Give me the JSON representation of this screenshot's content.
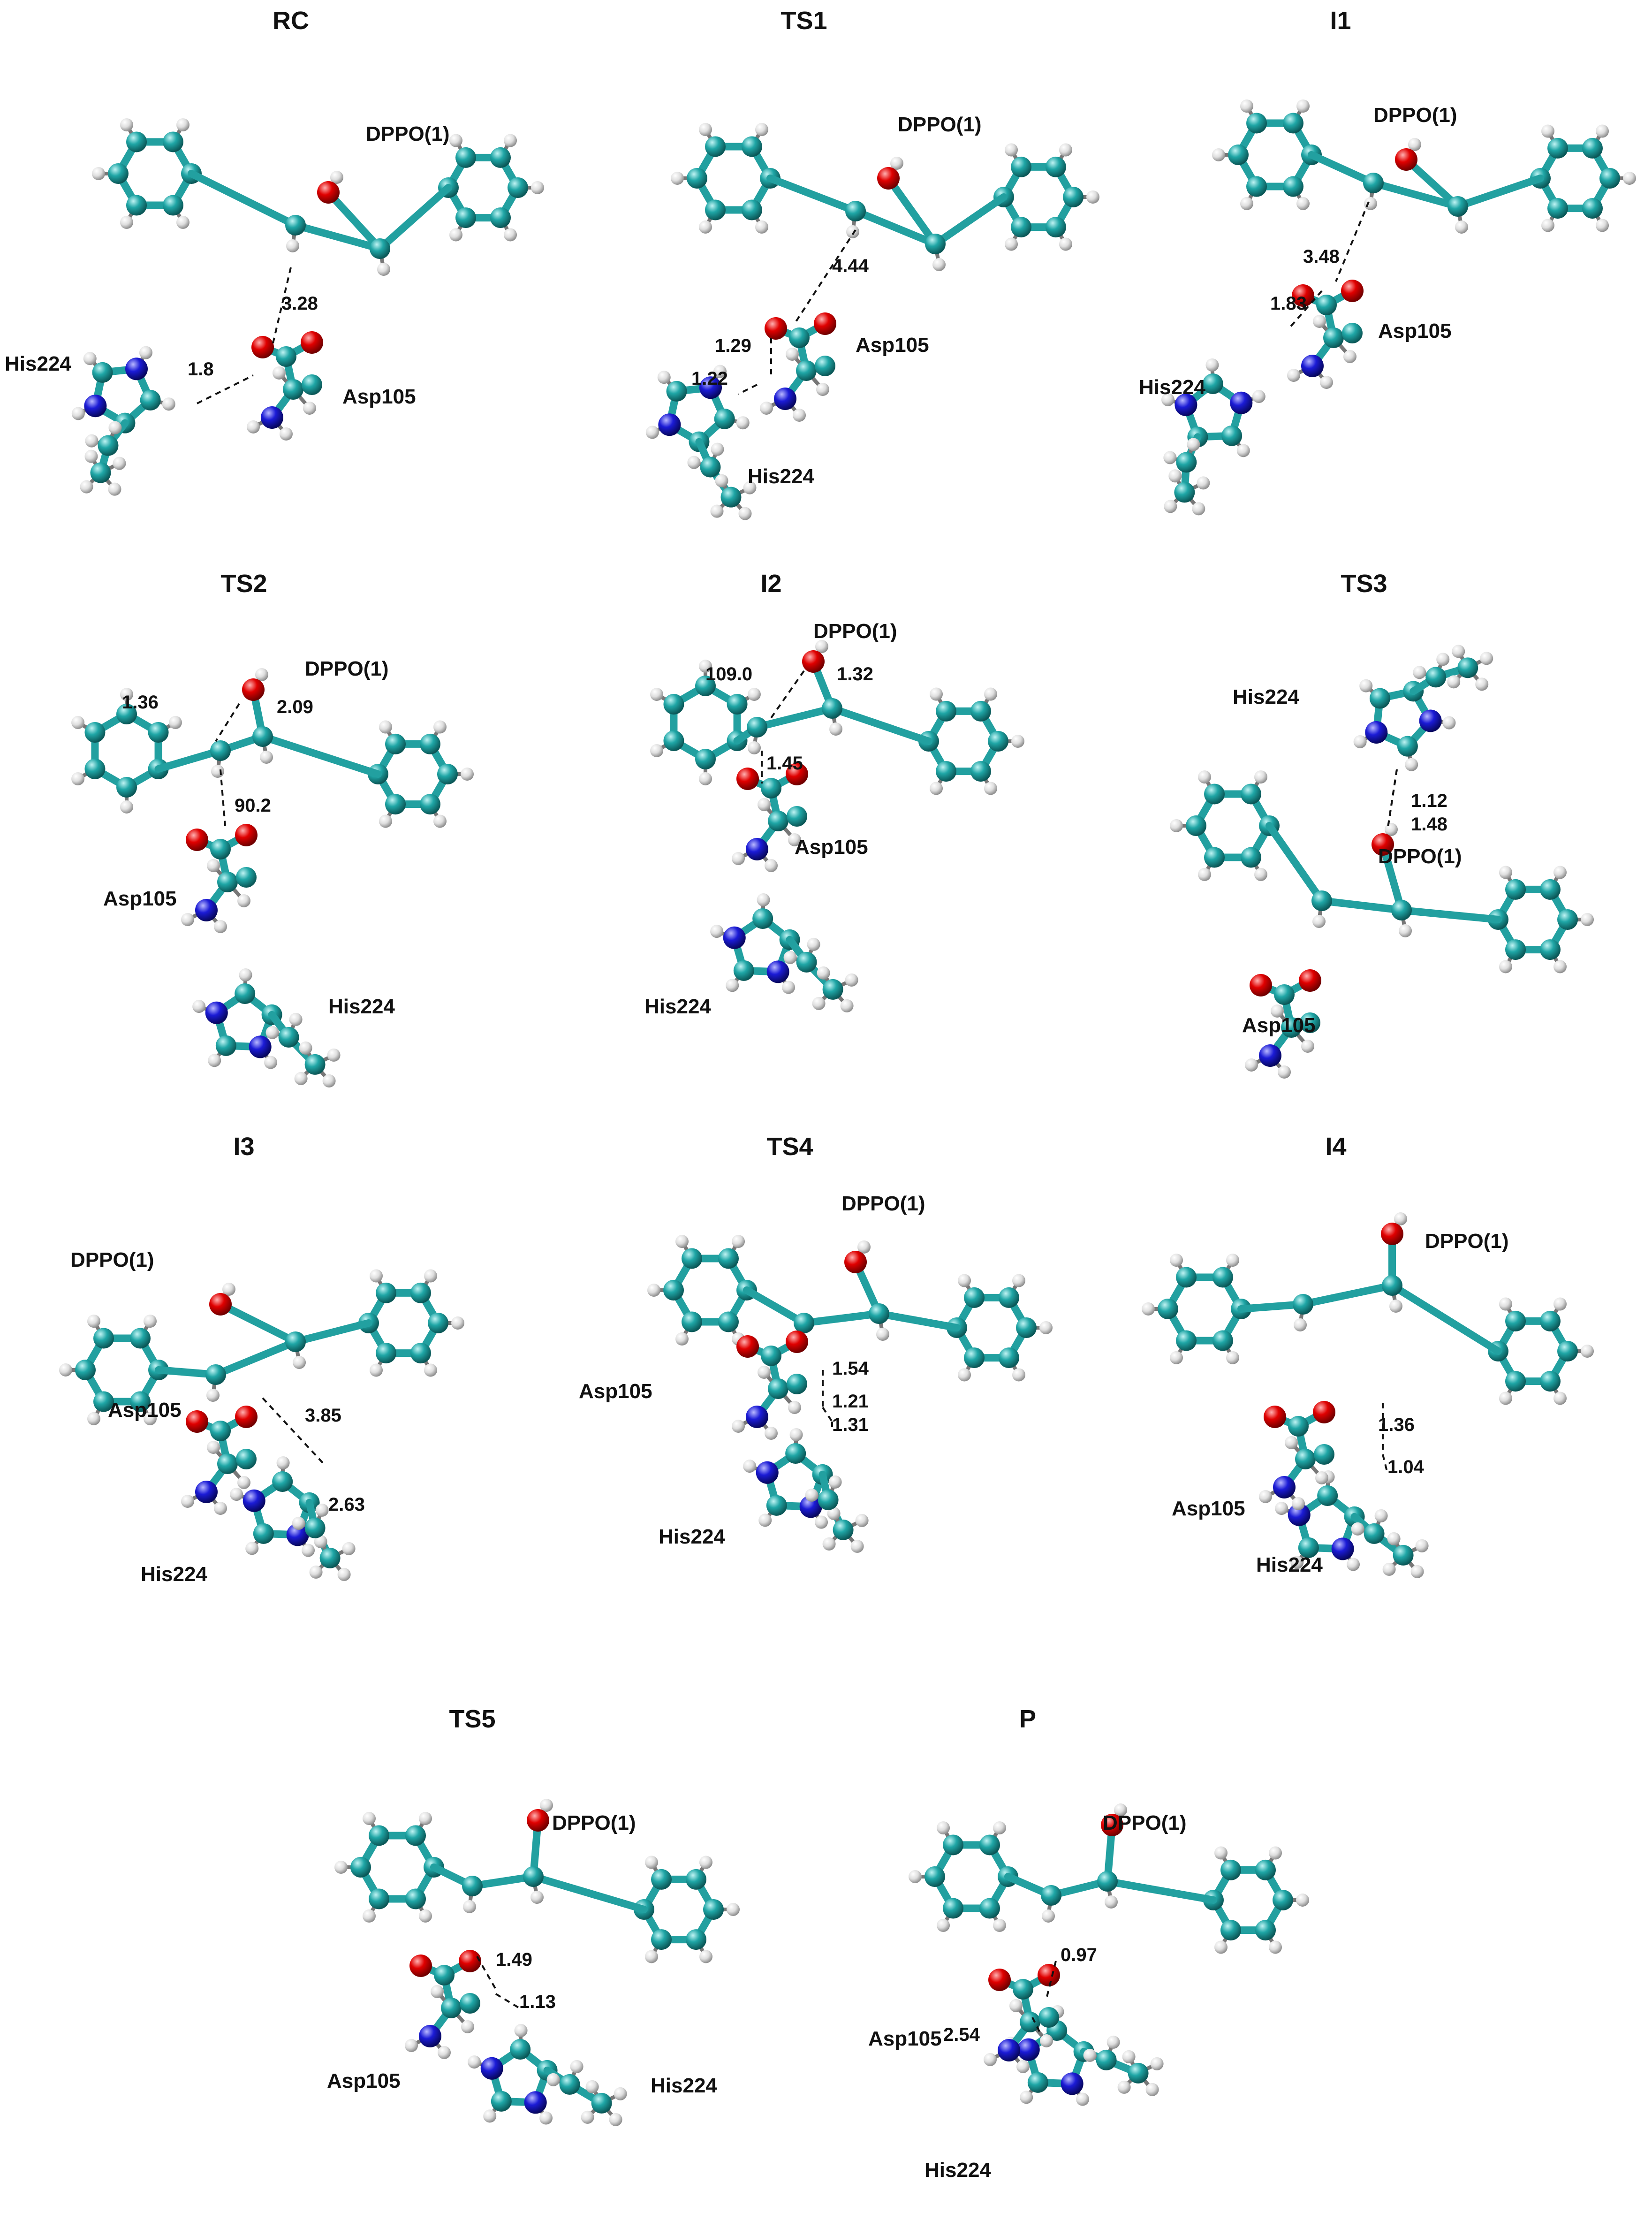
{
  "panels": [
    {
      "title": "RC",
      "labels": {
        "dppo": "DPPO(1)",
        "his": "His224",
        "asp": "Asp105"
      },
      "distances": [
        "3.28",
        "1.8"
      ]
    },
    {
      "title": "TS1",
      "labels": {
        "dppo": "DPPO(1)",
        "his": "His224",
        "asp": "Asp105"
      },
      "distances": [
        "4.44",
        "1.29",
        "1.22"
      ]
    },
    {
      "title": "I1",
      "labels": {
        "dppo": "DPPO(1)",
        "his": "His224",
        "asp": "Asp105"
      },
      "distances": [
        "3.48",
        "1.83"
      ]
    },
    {
      "title": "TS2",
      "labels": {
        "dppo": "DPPO(1)",
        "his": "His224",
        "asp": "Asp105"
      },
      "distances": [
        "90.2",
        "1.36",
        "2.09"
      ]
    },
    {
      "title": "I2",
      "labels": {
        "dppo": "DPPO(1)",
        "his": "His224",
        "asp": "Asp105"
      },
      "distances": [
        "109.0",
        "1.32",
        "1.45"
      ]
    },
    {
      "title": "TS3",
      "labels": {
        "dppo": "DPPO(1)",
        "his": "His224",
        "asp": "Asp105"
      },
      "distances": [
        "1.12",
        "1.48"
      ]
    },
    {
      "title": "I3",
      "labels": {
        "dppo": "DPPO(1)",
        "his": "His224",
        "asp": "Asp105"
      },
      "distances": [
        "3.85",
        "2.63"
      ]
    },
    {
      "title": "TS4",
      "labels": {
        "dppo": "DPPO(1)",
        "his": "His224",
        "asp": "Asp105"
      },
      "distances": [
        "1.54",
        "1.21",
        "1.31"
      ]
    },
    {
      "title": "I4",
      "labels": {
        "dppo": "DPPO(1)",
        "his": "His224",
        "asp": "Asp105"
      },
      "distances": [
        "1.36",
        "1.04"
      ]
    },
    {
      "title": "TS5",
      "labels": {
        "dppo": "DPPO(1)",
        "his": "His224",
        "asp": "Asp105"
      },
      "distances": [
        "1.49",
        "1.13"
      ]
    },
    {
      "title": "P",
      "labels": {
        "dppo": "DPPO(1)",
        "his": "His224",
        "asp": "Asp105"
      },
      "distances": [
        "0.97",
        "2.54"
      ]
    }
  ],
  "colors": {
    "carbon": "#1fa6a6",
    "oxygen": "#e00000",
    "nitrogen": "#1b1bd6",
    "hydrogen": "#e6e6e6",
    "bond": "#22a0a0"
  }
}
